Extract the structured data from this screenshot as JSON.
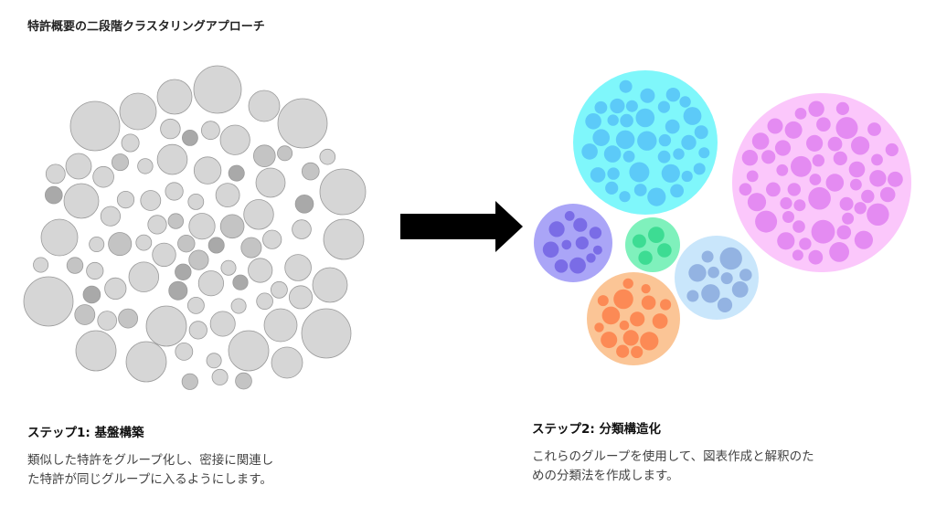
{
  "title": "特許概要の二段階クラスタリングアプローチ",
  "step1": {
    "heading": "ステップ1: 基盤構築",
    "desc_line1": "類似した特許をグループ化し、密接に関連し",
    "desc_line2": "た特許が同じグループに入るようにします。"
  },
  "step2": {
    "heading": "ステップ2: 分類構造化",
    "desc_line1": "これらのグループを使用して、図表作成と解釈のた",
    "desc_line2": "めの分類法を作成します。"
  },
  "colors": {
    "gray_light": "#d6d6d6",
    "gray_mid": "#c4c4c4",
    "gray_dark": "#a9a9a9",
    "arrow": "#000000",
    "cluster_cyan": "#7ff7fb",
    "cluster_pink": "#fbc7fb",
    "cluster_purple": "#aaa5f7",
    "cluster_green": "#7ff1bc",
    "cluster_lightblue": "#c9e6fb",
    "cluster_orange": "#fbc596"
  }
}
